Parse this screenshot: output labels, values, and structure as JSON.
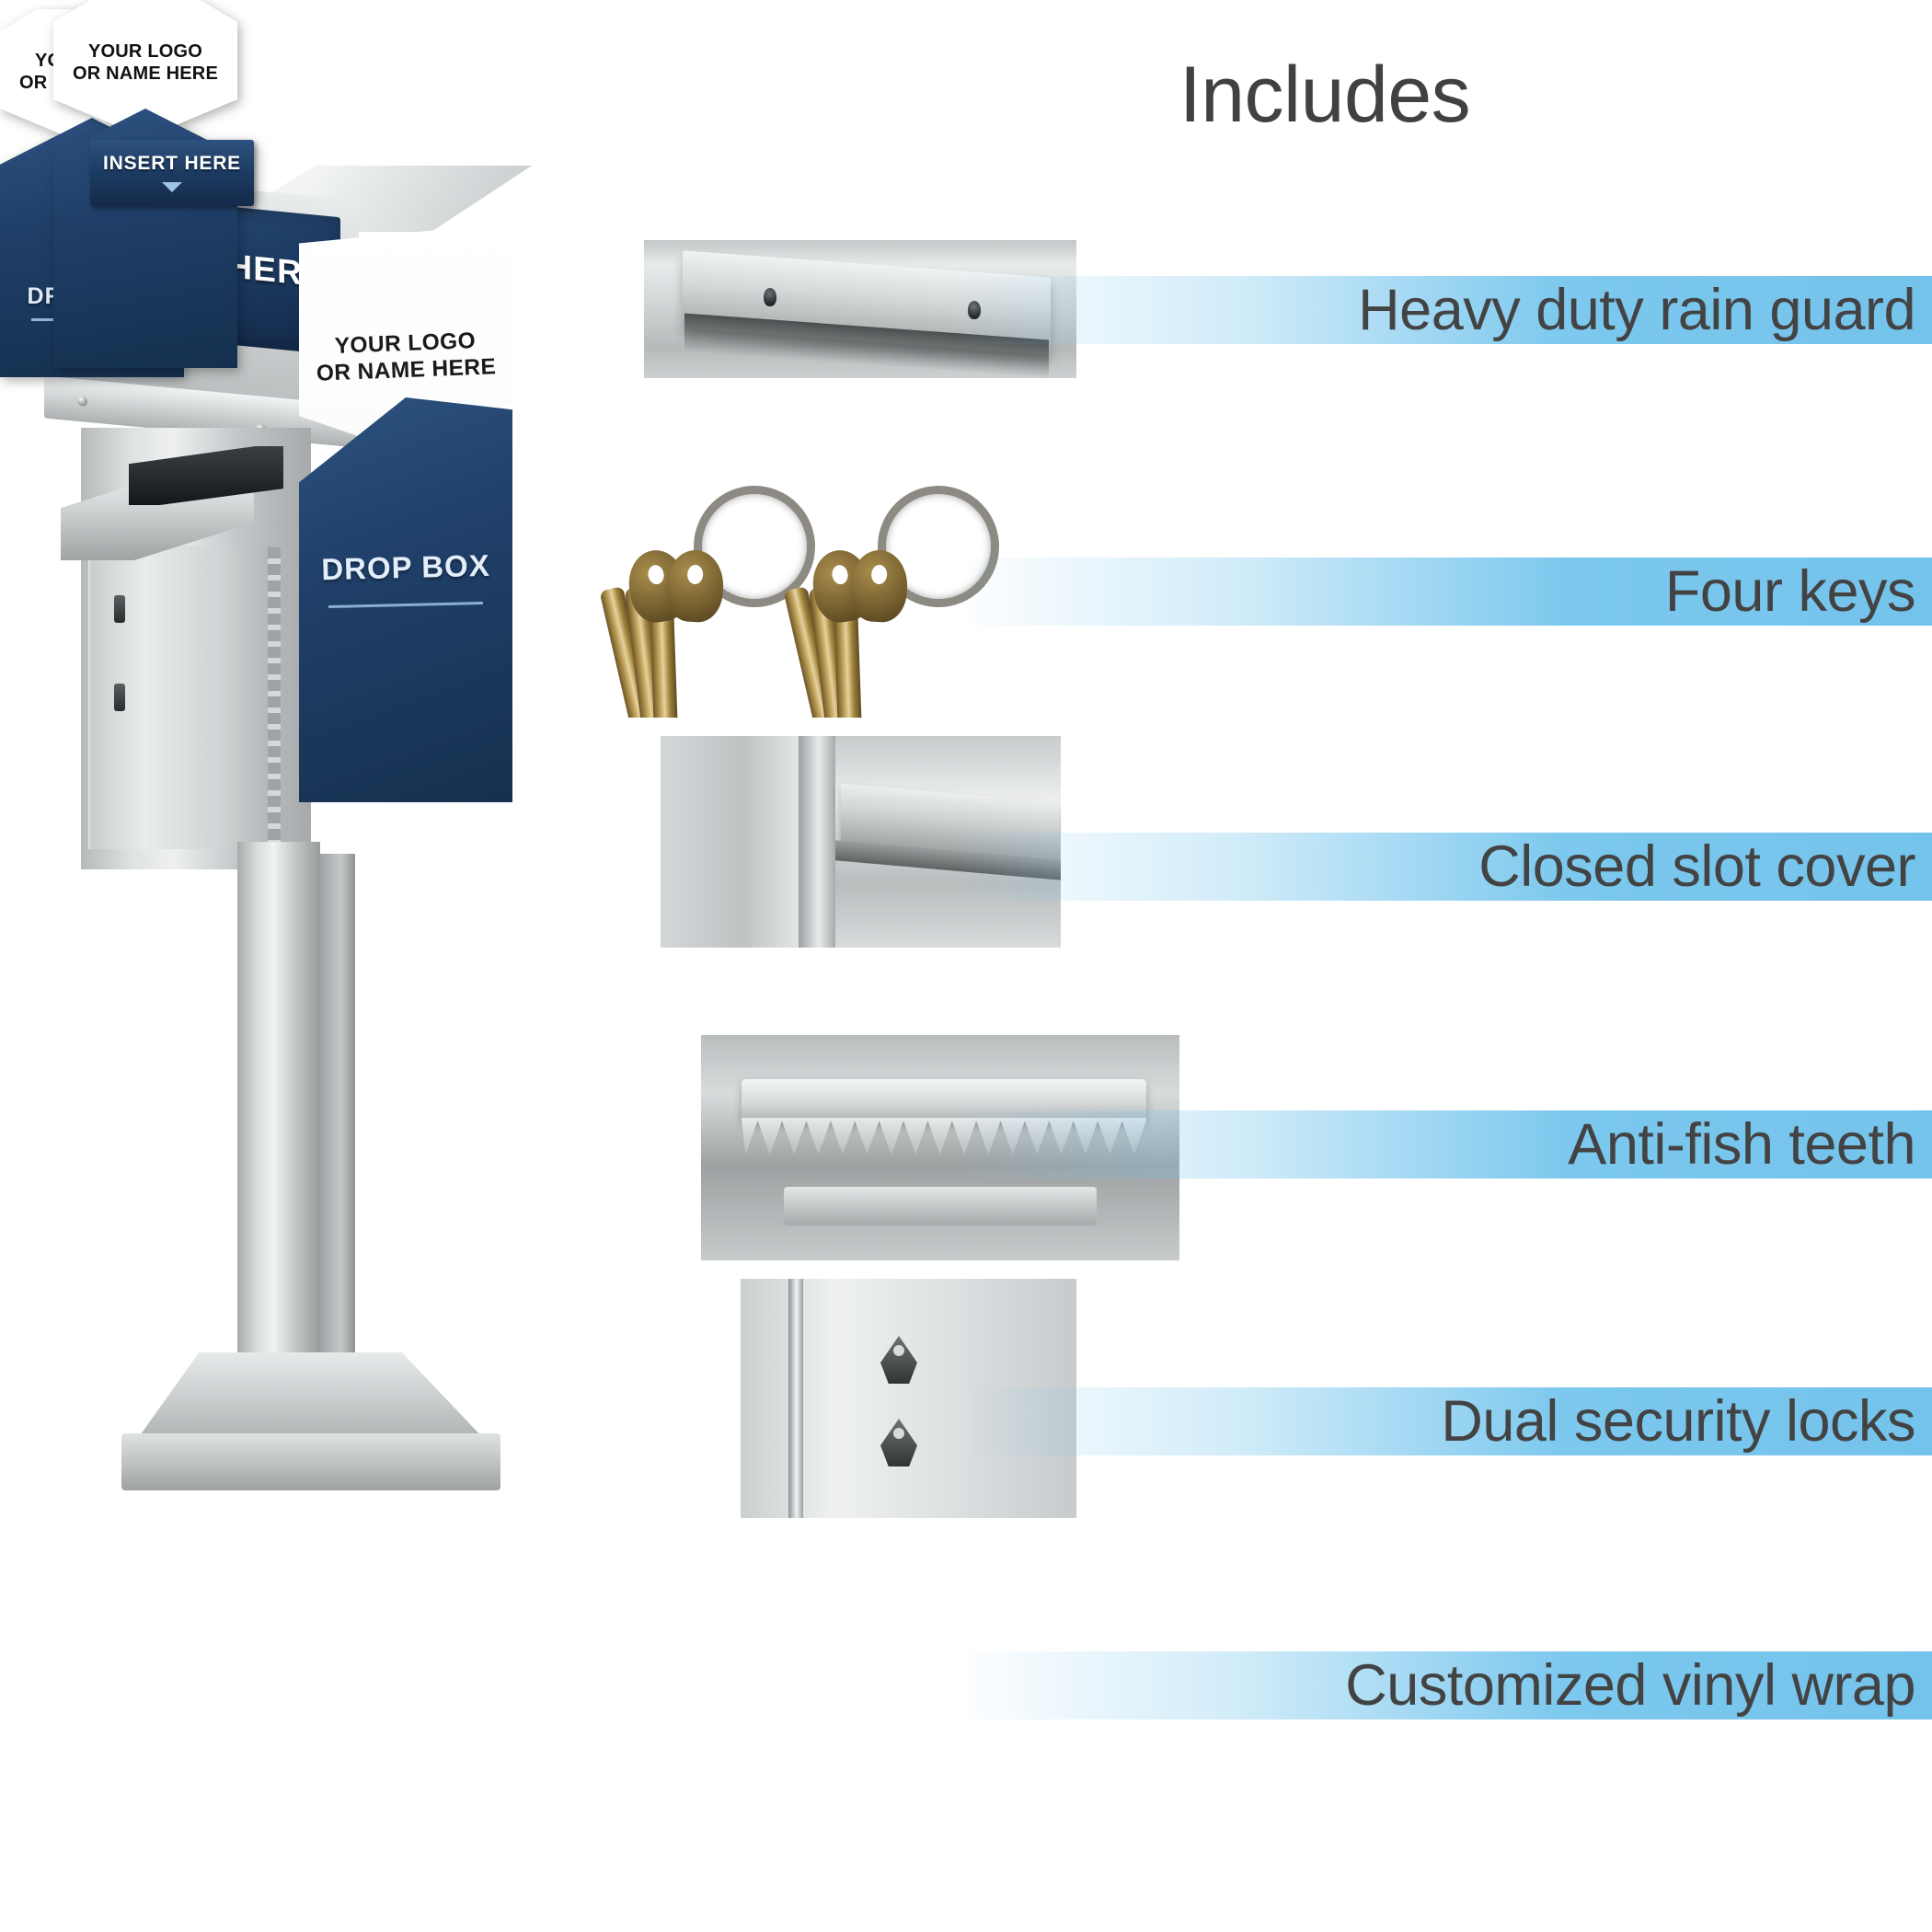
{
  "page": {
    "title": "Includes",
    "background_color": "#ffffff",
    "accent_blue": "#7cc8ee",
    "navy": "#1d3c63",
    "text_gray": "#434343"
  },
  "product": {
    "name": "Pedestal Drop Box",
    "insert_label": "INSERT HERE",
    "logo_line_1": "YOUR LOGO",
    "logo_line_2": "OR NAME HERE",
    "drop_box_label": "DROP BOX"
  },
  "features": [
    {
      "id": "rain-guard",
      "label": "Heavy duty rain guard",
      "photo_name": "rain-guard-photo"
    },
    {
      "id": "four-keys",
      "label": "Four keys",
      "photo_name": "keys-photo"
    },
    {
      "id": "closed-slot-cover",
      "label": "Closed slot cover",
      "photo_name": "closed-slot-cover-photo"
    },
    {
      "id": "anti-fish-teeth",
      "label": "Anti-fish teeth",
      "photo_name": "anti-fish-teeth-photo"
    },
    {
      "id": "dual-security-locks",
      "label": "Dual security locks",
      "photo_name": "dual-security-locks-photo"
    },
    {
      "id": "customized-vinyl-wrap",
      "label": "Customized vinyl wrap",
      "photo_name": "vinyl-wrap-photo"
    }
  ],
  "vinyl_wrap": {
    "logo_line_1": "YOUR LOGO",
    "logo_line_2": "OR NAME HERE",
    "insert_label": "INSERT HERE",
    "drop_box_label": "DROP BOX"
  }
}
